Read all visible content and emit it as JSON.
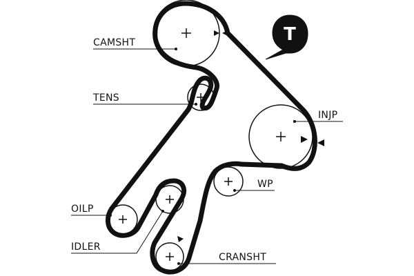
{
  "badge": {
    "letter": "T"
  },
  "components": [
    {
      "key": "camsht",
      "label": "CAMSHT"
    },
    {
      "key": "tens",
      "label": "TENS"
    },
    {
      "key": "injp",
      "label": "INJP"
    },
    {
      "key": "wp",
      "label": "WP"
    },
    {
      "key": "oilp",
      "label": "OILP"
    },
    {
      "key": "idler",
      "label": "IDLER"
    },
    {
      "key": "cransht",
      "label": "CRANSHT"
    }
  ],
  "colors": {
    "belt": "#111111",
    "pulley": "#111111",
    "background": "#ffffff",
    "badge": "#111111"
  },
  "icons": [
    "plus-center-icon",
    "timing-mark-arrow-icon",
    "tensioner-badge-icon"
  ]
}
